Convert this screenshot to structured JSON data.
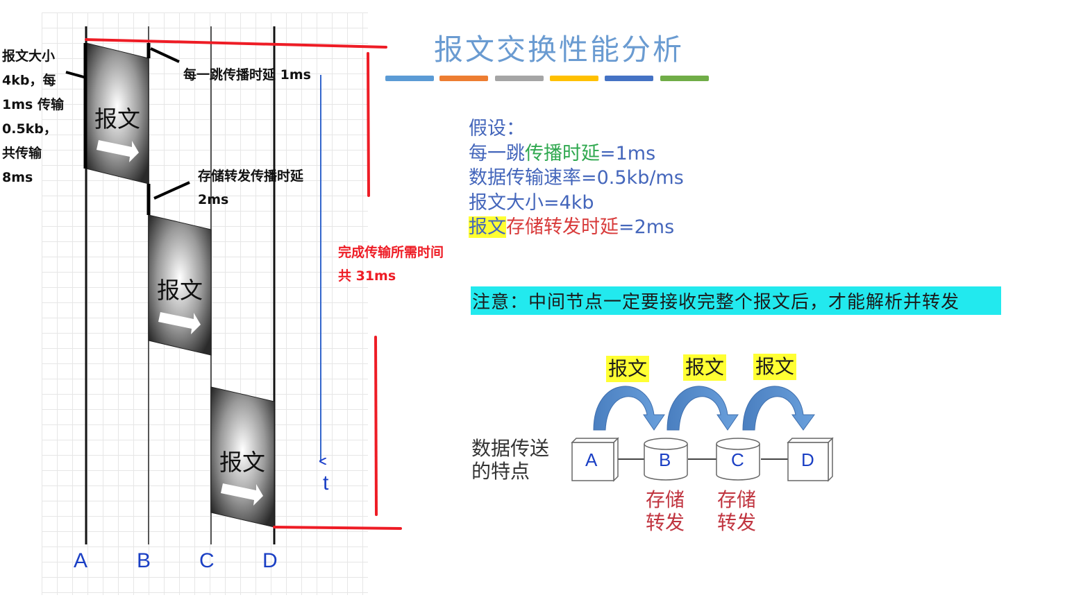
{
  "slide": {
    "title": "报文交换性能分析",
    "title_bar_colors": [
      "#5b9bd5",
      "#ed7d31",
      "#a5a5a5",
      "#ffc000",
      "#4472c4",
      "#70ad47"
    ]
  },
  "timing_diagram": {
    "nodes": [
      "A",
      "B",
      "C",
      "D"
    ],
    "message_label": "报文",
    "time_axis_label": "t",
    "annotations": {
      "left_note": [
        "报文大小",
        "4kb，每",
        "1ms 传输",
        "0.5kb，",
        "共传输",
        "8ms"
      ],
      "hop_delay": "每一跳传播时延 1ms",
      "store_forward_line1": "存储转发传播时延",
      "store_forward_line2": "2ms",
      "total_line1": "完成传输所需时间",
      "total_line2": "共 31ms"
    }
  },
  "assumptions": {
    "heading": "假设：",
    "line1_prefix": "每一跳",
    "line1_highlight": "传播时延",
    "line1_suffix": "=1ms",
    "line2": "数据传输速率=0.5kb/ms",
    "line3": "报文大小=4kb",
    "line4_highlight": "报文",
    "line4_red": "存储转发时延",
    "line4_suffix": "=2ms"
  },
  "notice": "注意：中间节点一定要接收完整个报文后，才能解析并转发",
  "network_diagram": {
    "feature_label_line1": "数据传送",
    "feature_label_line2": "的特点",
    "hop_labels": [
      "报文",
      "报文",
      "报文"
    ],
    "nodes": [
      {
        "label": "A",
        "shape": "box"
      },
      {
        "label": "B",
        "shape": "cylinder"
      },
      {
        "label": "C",
        "shape": "cylinder"
      },
      {
        "label": "D",
        "shape": "box"
      }
    ],
    "store_forward_line1": "存储",
    "store_forward_line2": "转发"
  },
  "colors": {
    "annotation_red": "#ee1c25",
    "node_blue": "#1a3fc4",
    "arrow_blue": "#5b8fcf",
    "highlight_yellow": "#ffff33",
    "highlight_cyan": "#22e9ee"
  }
}
